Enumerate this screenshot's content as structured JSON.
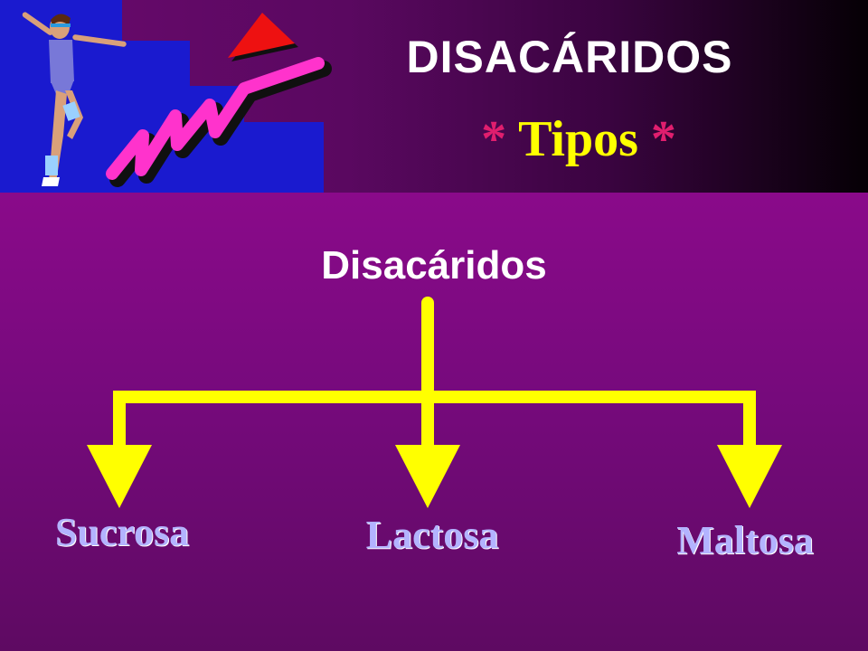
{
  "header": {
    "title": "DISACÁRIDOS",
    "subtitle_star_left": "*",
    "subtitle_word": "Tipos",
    "subtitle_star_right": "*"
  },
  "diagram": {
    "root": "Disacáridos",
    "children": [
      "Sucrosa",
      "Lactosa",
      "Maltosa"
    ]
  },
  "colors": {
    "connector": "#ffff00",
    "leaf_text": "#b3b3ff",
    "star": "#e01e6e",
    "subtitle": "#ffff00"
  }
}
